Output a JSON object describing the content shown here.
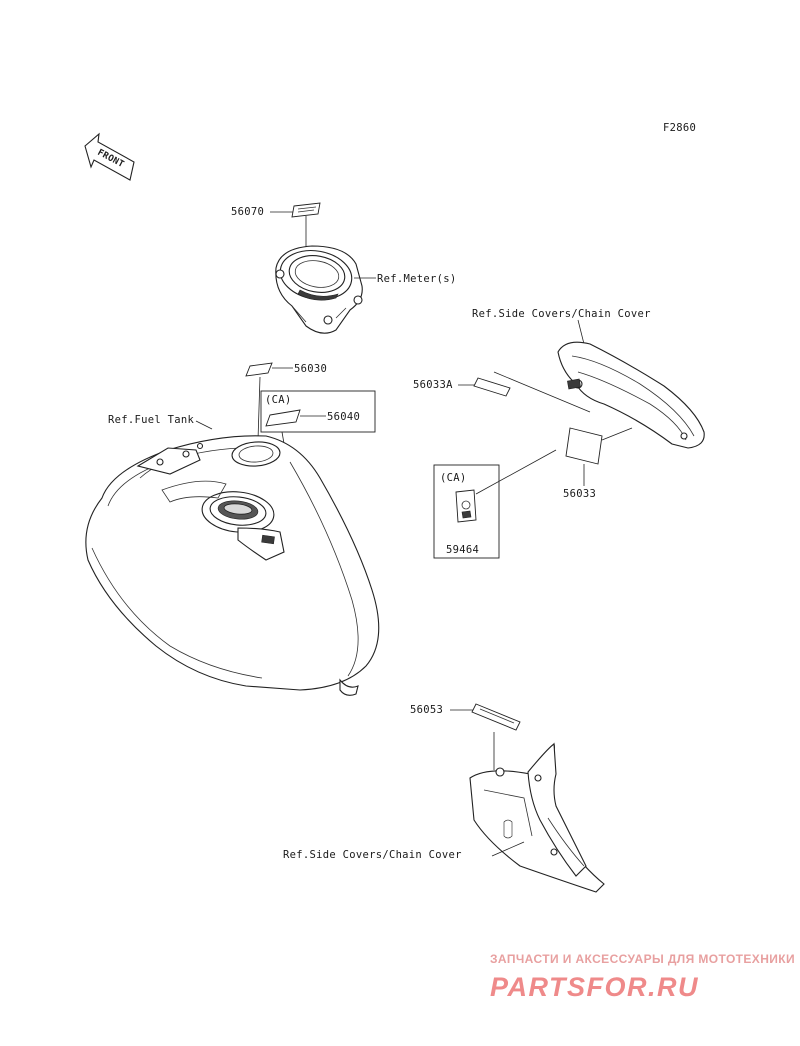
{
  "figure_code": "F2860",
  "front_arrow": {
    "label": "FRONT"
  },
  "parts": {
    "p56070": "56070",
    "p56030": "56030",
    "p56040": "56040",
    "p56033A": "56033A",
    "p56033": "56033",
    "p59464": "59464",
    "p56053": "56053"
  },
  "ca_labels": {
    "upper": "(CA)",
    "lower": "(CA)"
  },
  "refs": {
    "meter": "Ref.Meter(s)",
    "side_covers_top": "Ref.Side Covers/Chain Cover",
    "fuel_tank": "Ref.Fuel Tank",
    "side_covers_bottom": "Ref.Side Covers/Chain Cover"
  },
  "watermark": {
    "tagline": "ЗАПЧАСТИ И АКСЕССУАРЫ ДЛЯ МОТОТЕХНИКИ",
    "brand": "PARTSFOR.RU"
  }
}
